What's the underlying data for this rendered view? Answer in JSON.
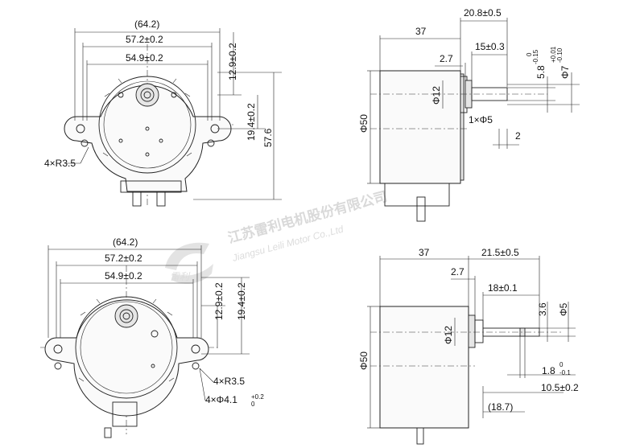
{
  "watermark": {
    "company_cn": "江苏雷利电机股份有限公司",
    "company_en": "Jiangsu Leili Motor Co.,Ltd",
    "logo_text": "雷利"
  },
  "top_front": {
    "width_total": "(64.2)",
    "width_mount": "57.2±0.2",
    "width_inner": "54.9±0.2",
    "h1": "12.9±0.2",
    "h2": "19.4±0.2",
    "h_total": "57.6",
    "holes": "4×R3.5"
  },
  "top_side": {
    "len": "37",
    "shaft_total": "20.8±0.5",
    "shaft_len": "15±0.3",
    "boss": "2.7",
    "d_boss": "Φ12",
    "d_body": "Φ50",
    "flat": "5.8",
    "flat_tol_up": "0",
    "flat_tol_dn": "-0.15",
    "d_shaft": "Φ7",
    "shaft_tol_up": "+0.01",
    "shaft_tol_dn": "-0.10",
    "hole": "1×Φ5",
    "hole_off": "2"
  },
  "bot_front": {
    "width_total": "(64.2)",
    "width_mount": "57.2±0.2",
    "width_inner": "54.9±0.2",
    "h1": "12.9±0.2",
    "h2": "19.4±0.2",
    "holes_r": "4×R3.5",
    "holes_d": "4×Φ4.1",
    "holes_tol_up": "+0.2",
    "holes_tol_dn": "0"
  },
  "bot_side": {
    "len": "37",
    "shaft_total": "21.5±0.5",
    "boss": "2.7",
    "shaft_len": "18±0.1",
    "flat": "3.6",
    "d_shaft": "Φ5",
    "d_boss": "Φ12",
    "d_body": "Φ50",
    "groove": "1.8",
    "groove_tol_up": "0",
    "groove_tol_dn": "-0.1",
    "len2": "10.5±0.2",
    "len3": "(18.7)"
  }
}
